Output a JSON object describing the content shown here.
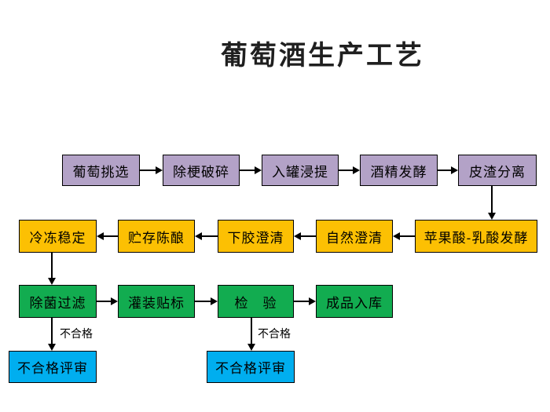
{
  "title": "葡萄酒生产工艺",
  "colors": {
    "purple": "#B3A2C7",
    "gold": "#FCC003",
    "green": "#12AC50",
    "blue": "#00AEEF",
    "line": "#000000",
    "title": "#1F1F1F",
    "bg": "#FFFFFF"
  },
  "flow": {
    "row1": {
      "name": "primary-processing",
      "steps": [
        "葡萄挑选",
        "除梗破碎",
        "入罐浸提",
        "酒精发酵",
        "皮渣分离"
      ]
    },
    "row2": {
      "name": "clarification-stabilization",
      "steps": [
        "冷冻稳定",
        "贮存陈酿",
        "下胶澄清",
        "自然澄清",
        "苹果酸-乳酸发酵"
      ]
    },
    "row3": {
      "name": "finishing",
      "steps": [
        "除菌过滤",
        "灌装贴标",
        "检　验",
        "成品入库"
      ]
    },
    "row4": {
      "name": "nonconforming",
      "steps": [
        "不合格评审",
        "不合格评审"
      ]
    },
    "reject_labels": [
      "不合格",
      "不合格"
    ]
  }
}
